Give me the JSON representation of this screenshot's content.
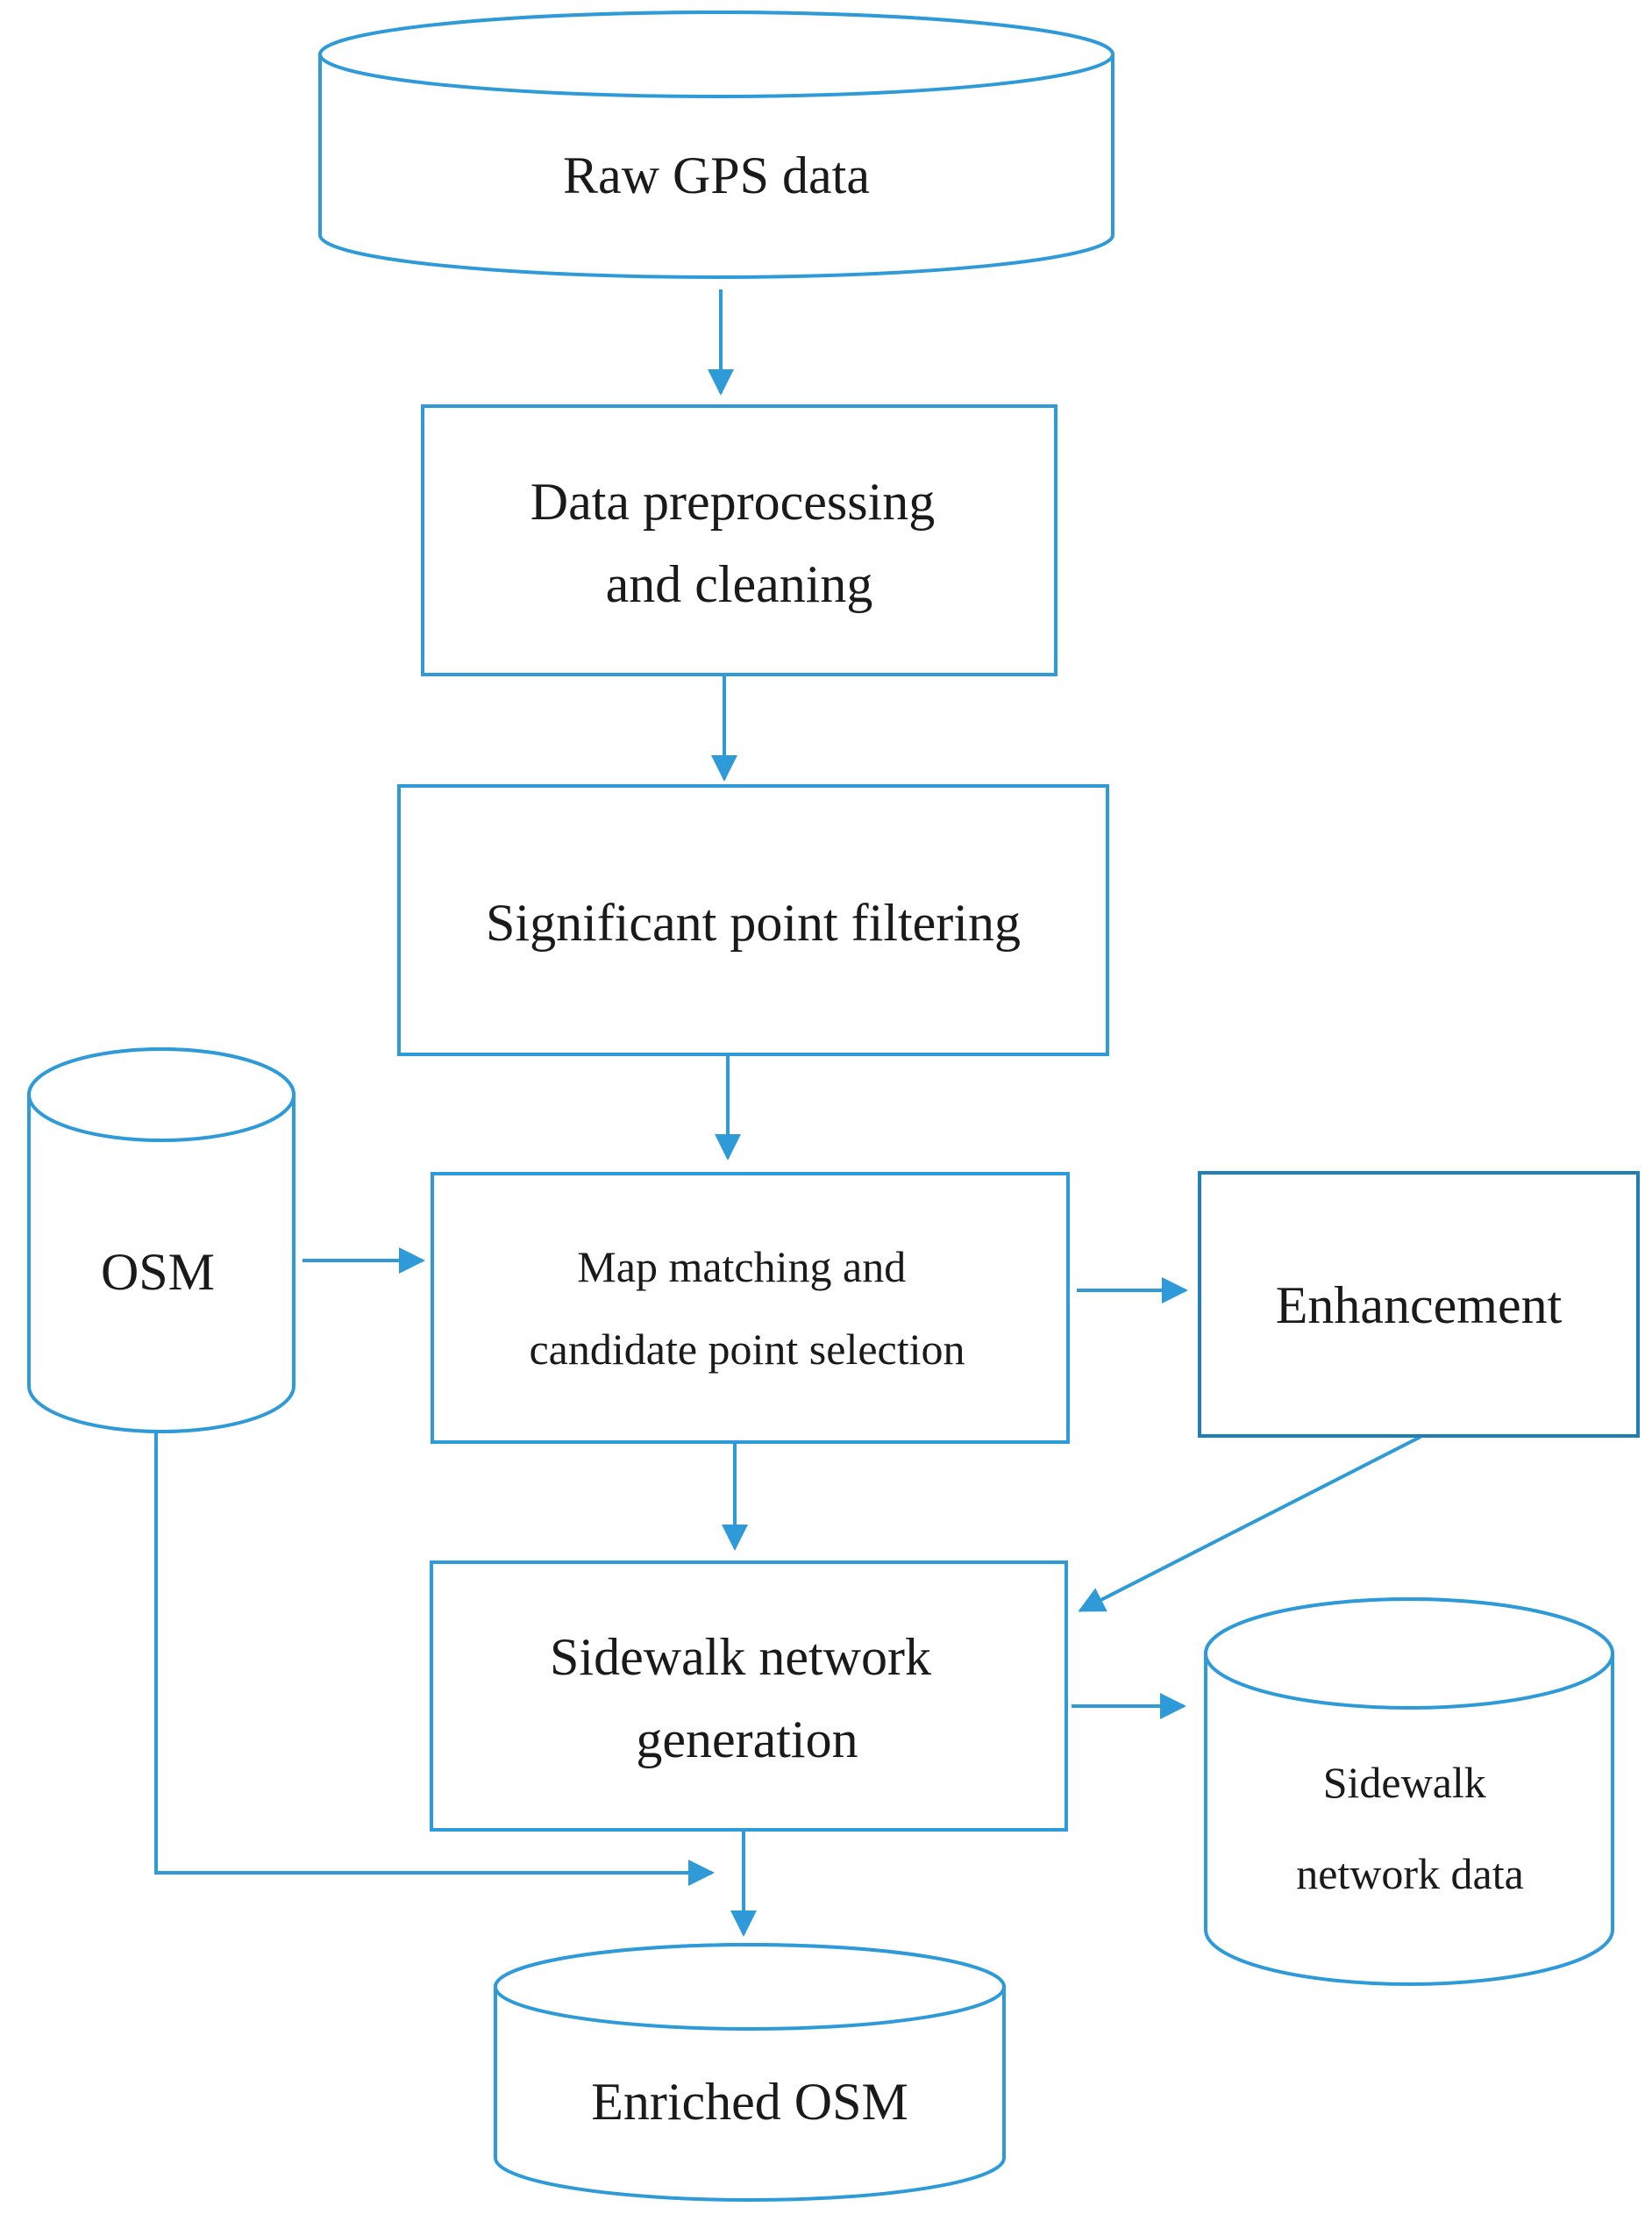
{
  "diagram": {
    "nodes": {
      "raw_gps": {
        "lines": [
          "Raw GPS data"
        ]
      },
      "preprocessing": {
        "lines": [
          "Data preprocessing",
          "and cleaning"
        ]
      },
      "filtering": {
        "lines": [
          "Significant point filtering"
        ]
      },
      "osm": {
        "lines": [
          "OSM"
        ]
      },
      "map_matching": {
        "lines": [
          "Map matching and",
          "candidate point selection"
        ]
      },
      "enhancement": {
        "lines": [
          "Enhancement"
        ]
      },
      "sidewalk_generation": {
        "lines": [
          "Sidewalk network",
          "generation"
        ]
      },
      "sidewalk_data": {
        "lines": [
          "Sidewalk",
          "network data"
        ]
      },
      "enriched_osm": {
        "lines": [
          "Enriched OSM"
        ]
      }
    },
    "edges": [
      {
        "from": "raw_gps",
        "to": "preprocessing"
      },
      {
        "from": "preprocessing",
        "to": "filtering"
      },
      {
        "from": "filtering",
        "to": "map_matching"
      },
      {
        "from": "osm",
        "to": "map_matching"
      },
      {
        "from": "map_matching",
        "to": "enhancement"
      },
      {
        "from": "map_matching",
        "to": "sidewalk_generation"
      },
      {
        "from": "enhancement",
        "to": "sidewalk_generation"
      },
      {
        "from": "sidewalk_generation",
        "to": "sidewalk_data"
      },
      {
        "from": "sidewalk_generation",
        "to": "enriched_osm"
      },
      {
        "from": "osm",
        "to": "enriched_osm"
      }
    ],
    "colors": {
      "stroke": "#2e9bd8",
      "stroke_dark": "#1f7fb3",
      "text": "#1a1a1a"
    }
  }
}
